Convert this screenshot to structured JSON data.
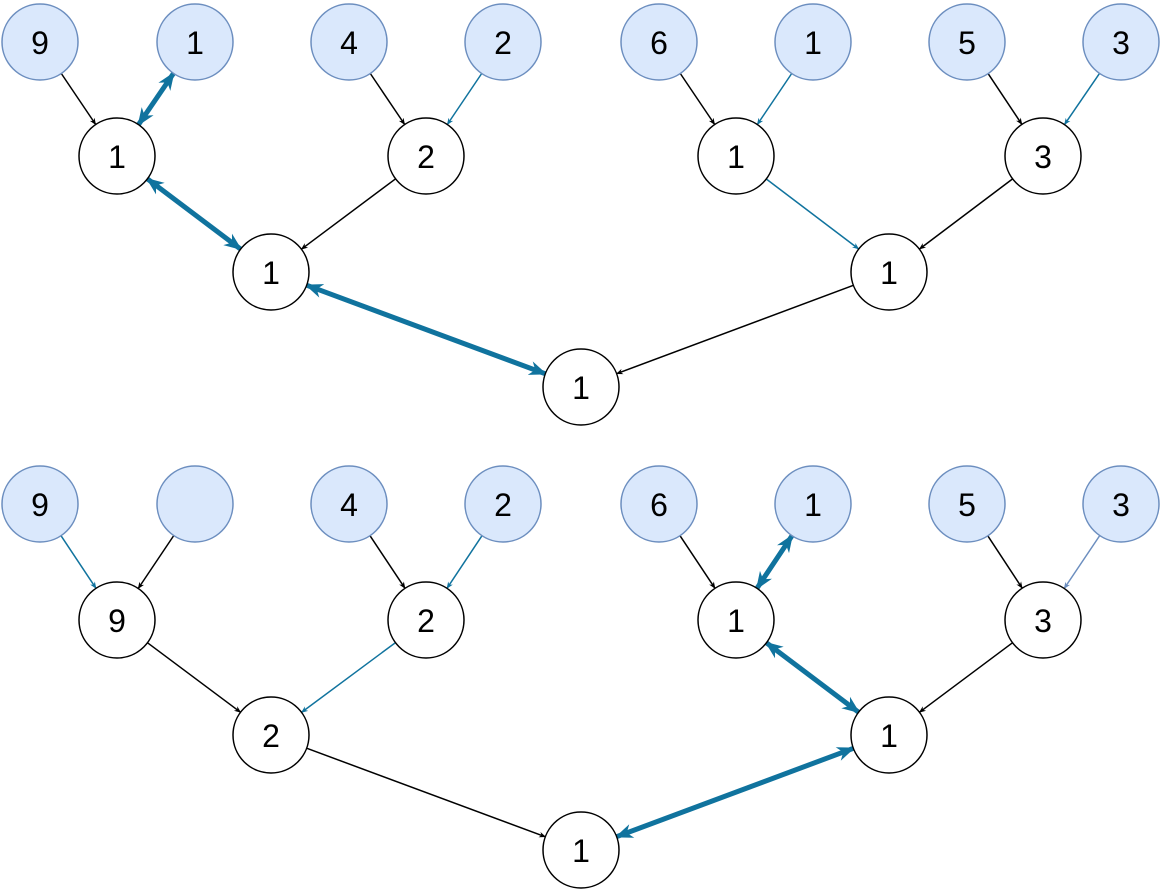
{
  "colors": {
    "leaf_fill": "#dae8fc",
    "leaf_stroke": "#6c8ebf",
    "internal_fill": "#ffffff",
    "internal_stroke": "#000000",
    "edge_black": "#000000",
    "edge_blue": "#10739e",
    "edge_lightblue": "#6c8ebf"
  },
  "trees": [
    {
      "name": "top-tree",
      "leaves": [
        "9",
        "1",
        "4",
        "2",
        "6",
        "1",
        "5",
        "3"
      ],
      "level1": [
        "1",
        "2",
        "1",
        "3"
      ],
      "level2": [
        "1",
        "1"
      ],
      "root": "1",
      "edges": [
        {
          "from": "leaf.0",
          "to": "level1.0",
          "style": "black"
        },
        {
          "from": "leaf.1",
          "to": "level1.0",
          "style": "bold-double"
        },
        {
          "from": "leaf.2",
          "to": "level1.1",
          "style": "black"
        },
        {
          "from": "leaf.3",
          "to": "level1.1",
          "style": "blue"
        },
        {
          "from": "leaf.4",
          "to": "level1.2",
          "style": "black"
        },
        {
          "from": "leaf.5",
          "to": "level1.2",
          "style": "blue"
        },
        {
          "from": "leaf.6",
          "to": "level1.3",
          "style": "black"
        },
        {
          "from": "leaf.7",
          "to": "level1.3",
          "style": "blue"
        },
        {
          "from": "level1.0",
          "to": "level2.0",
          "style": "bold-double"
        },
        {
          "from": "level1.1",
          "to": "level2.0",
          "style": "black"
        },
        {
          "from": "level1.2",
          "to": "level2.1",
          "style": "blue"
        },
        {
          "from": "level1.3",
          "to": "level2.1",
          "style": "black"
        },
        {
          "from": "level2.0",
          "to": "root",
          "style": "bold-double"
        },
        {
          "from": "level2.1",
          "to": "root",
          "style": "black"
        }
      ]
    },
    {
      "name": "bottom-tree",
      "leaves": [
        "9",
        "",
        "4",
        "2",
        "6",
        "1",
        "5",
        "3"
      ],
      "level1": [
        "9",
        "2",
        "1",
        "3"
      ],
      "level2": [
        "2",
        "1"
      ],
      "root": "1",
      "edges": [
        {
          "from": "leaf.0",
          "to": "level1.0",
          "style": "blue"
        },
        {
          "from": "leaf.1",
          "to": "level1.0",
          "style": "black"
        },
        {
          "from": "leaf.2",
          "to": "level1.1",
          "style": "black"
        },
        {
          "from": "leaf.3",
          "to": "level1.1",
          "style": "blue"
        },
        {
          "from": "leaf.4",
          "to": "level1.2",
          "style": "black"
        },
        {
          "from": "leaf.5",
          "to": "level1.2",
          "style": "bold-double"
        },
        {
          "from": "leaf.6",
          "to": "level1.3",
          "style": "black"
        },
        {
          "from": "leaf.7",
          "to": "level1.3",
          "style": "lightblue"
        },
        {
          "from": "level1.0",
          "to": "level2.0",
          "style": "black"
        },
        {
          "from": "level1.1",
          "to": "level2.0",
          "style": "blue"
        },
        {
          "from": "level1.2",
          "to": "level2.1",
          "style": "bold-double"
        },
        {
          "from": "level1.3",
          "to": "level2.1",
          "style": "black"
        },
        {
          "from": "level2.0",
          "to": "root",
          "style": "black"
        },
        {
          "from": "level2.1",
          "to": "root",
          "style": "bold-double"
        }
      ]
    }
  ]
}
